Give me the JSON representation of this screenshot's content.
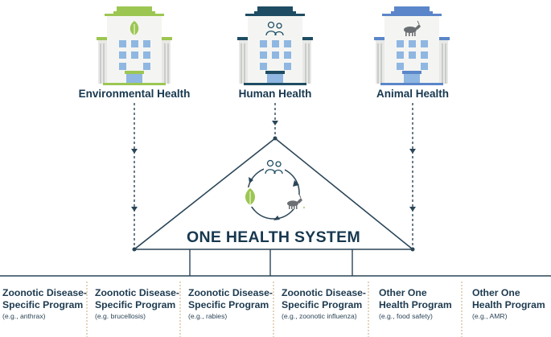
{
  "buildings": [
    {
      "label": "Environmental Health",
      "accent": "#9cc652",
      "icon": "leaf-icon"
    },
    {
      "label": "Human Health",
      "accent": "#1e4d63",
      "icon": "people-icon"
    },
    {
      "label": "Animal Health",
      "accent": "#5b86c9",
      "icon": "goat-icon"
    }
  ],
  "system": {
    "title": "ONE HEALTH SYSTEM"
  },
  "programs": [
    {
      "title": "Zoonotic Disease-Specific Program",
      "sub": "(e.g., anthrax)"
    },
    {
      "title": "Zoonotic Disease-Specific Program",
      "sub": "(e.g. brucellosis)"
    },
    {
      "title": "Zoonotic Disease-Specific Program",
      "sub": "(e.g., rabies)"
    },
    {
      "title": "Zoonotic Disease-Specific Program",
      "sub": "(e.g., zoonotic influenza)"
    },
    {
      "title": "Other One Health Program",
      "sub": "(e.g., food safety)"
    },
    {
      "title": "Other One Health Program",
      "sub": "(e.g., AMR)"
    }
  ],
  "colors": {
    "navy": "#17384f",
    "line": "#2a4557",
    "window": "#8fb7e2",
    "dash": "#c9a87a"
  }
}
